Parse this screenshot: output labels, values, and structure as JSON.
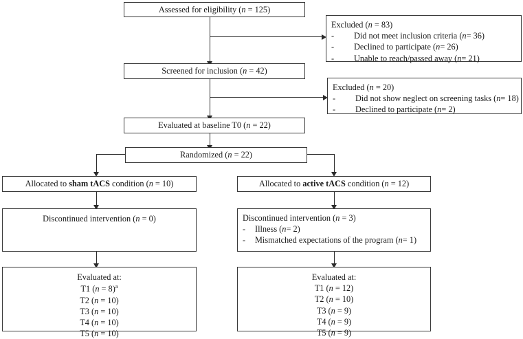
{
  "diagram": {
    "type": "consort-flow-diagram",
    "nodes": {
      "assessed": {
        "title_a": "Assessed for eligibility (",
        "title_n": "n",
        "title_b": " = 125)"
      },
      "excluded1": {
        "heading_a": "Excluded (",
        "heading_n": "n",
        "heading_b": " = 83)",
        "items": [
          {
            "text_a": "Did not meet inclusion criteria (",
            "n": "n",
            "text_b": " = 36)"
          },
          {
            "text_a": "Declined to participate (",
            "n": "n",
            "text_b": " = 26)"
          },
          {
            "text_a": "Unable to reach/passed away (",
            "n": "n",
            "text_b": " = 21)"
          }
        ]
      },
      "screened": {
        "title_a": "Screened for inclusion (",
        "title_n": "n",
        "title_b": " = 42)"
      },
      "excluded2": {
        "heading_a": "Excluded (",
        "heading_n": "n",
        "heading_b": " = 20)",
        "items": [
          {
            "text_a": "Did not show neglect on screening tasks (",
            "n": "n",
            "text_b": " = 18)"
          },
          {
            "text_a": "Declined to participate (",
            "n": "n",
            "text_b": " = 2)"
          }
        ]
      },
      "baseline": {
        "title_a": "Evaluated at baseline T0 (",
        "title_n": "n",
        "title_b": " = 22)"
      },
      "randomized": {
        "title_a": "Randomized (",
        "title_n": "n",
        "title_b": " = 22)"
      },
      "alloc_sham": {
        "text_a": "Allocated to ",
        "bold": "sham tACS",
        "text_b": " condition (",
        "n": "n",
        "text_c": " = 10)"
      },
      "alloc_active": {
        "text_a": "Allocated to ",
        "bold": "active tACS",
        "text_b": " condition (",
        "n": "n",
        "text_c": " = 12)"
      },
      "disc_sham": {
        "heading_a": "Discontinued intervention (",
        "heading_n": "n",
        "heading_b": " = 0)",
        "items": []
      },
      "disc_active": {
        "heading_a": "Discontinued intervention (",
        "heading_n": "n",
        "heading_b": " = 3)",
        "items": [
          {
            "text_a": "Illness (",
            "n": "n",
            "text_b": " = 2)"
          },
          {
            "text_a": "Mismatched expectations of the program (",
            "n": "n",
            "text_b": " = 1)"
          }
        ]
      },
      "eval_sham": {
        "heading": "Evaluated at:",
        "rows": [
          {
            "label": "T1 (",
            "n": "n",
            "value": " = 8)",
            "footnote": "a"
          },
          {
            "label": "T2 (",
            "n": "n",
            "value": " = 10)",
            "footnote": ""
          },
          {
            "label": "T3 (",
            "n": "n",
            "value": " = 10)",
            "footnote": ""
          },
          {
            "label": "T4 (",
            "n": "n",
            "value": " = 10)",
            "footnote": ""
          },
          {
            "label": "T5 (",
            "n": "n",
            "value": " = 10)",
            "footnote": ""
          }
        ]
      },
      "eval_active": {
        "heading": "Evaluated at:",
        "rows": [
          {
            "label": "T1 (",
            "n": "n",
            "value": " = 12)",
            "footnote": ""
          },
          {
            "label": "T2 (",
            "n": "n",
            "value": " = 10)",
            "footnote": ""
          },
          {
            "label": "T3 (",
            "n": "n",
            "value": " = 9)",
            "footnote": ""
          },
          {
            "label": "T4 (",
            "n": "n",
            "value": " = 9)",
            "footnote": ""
          },
          {
            "label": "T5 (",
            "n": "n",
            "value": " = 9)",
            "footnote": ""
          }
        ]
      }
    },
    "colors": {
      "border": "#3a3a3a",
      "line": "#2b2b2b",
      "background": "#ffffff",
      "text": "#1a1a1a"
    }
  }
}
